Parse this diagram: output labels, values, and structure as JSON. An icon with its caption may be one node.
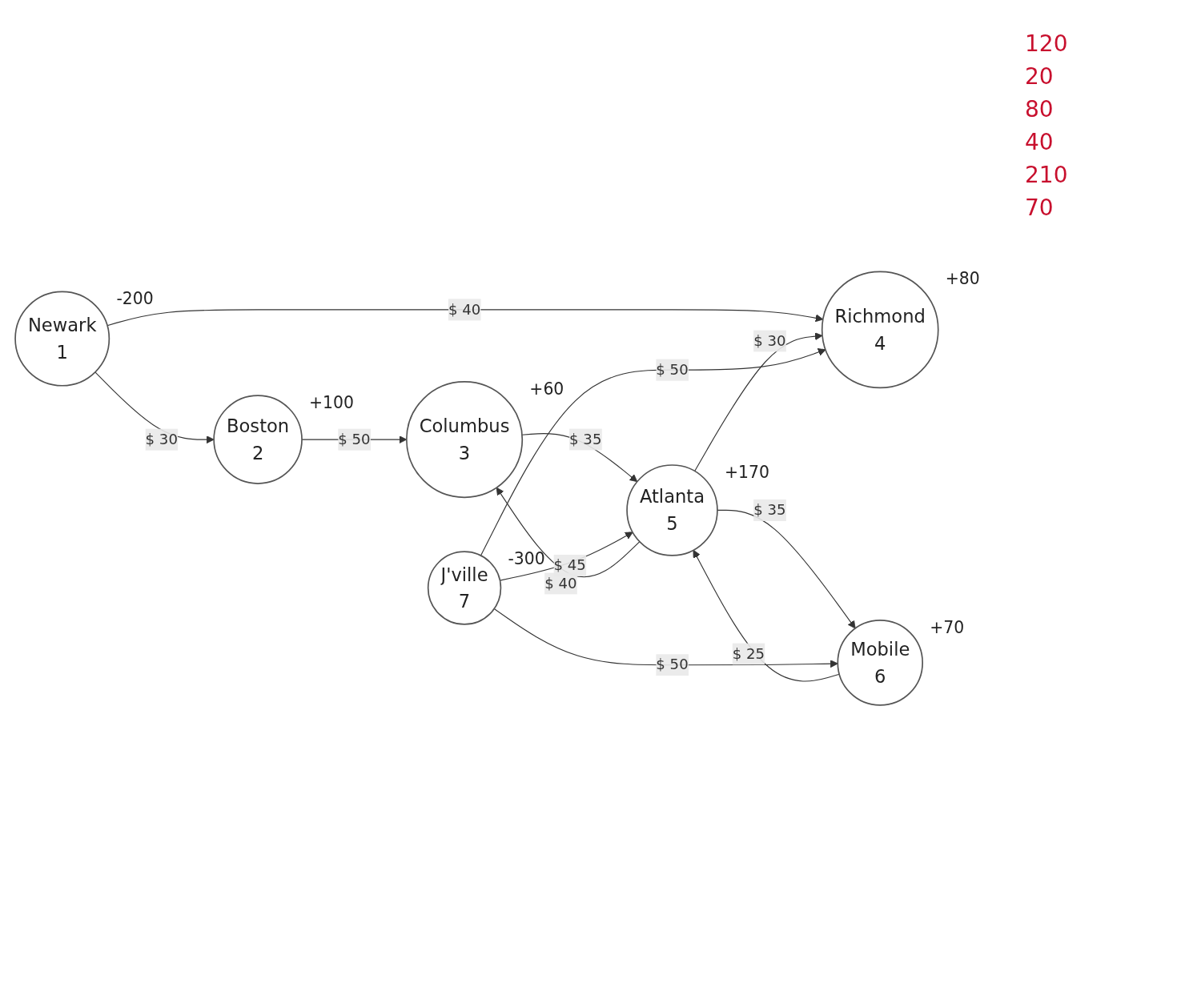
{
  "diagram": {
    "nodes": [
      {
        "text": [
          "Boston",
          "2"
        ],
        "beside": [
          "+100"
        ]
      },
      {
        "text": [
          "Newark",
          "1"
        ],
        "beside": [
          "-200"
        ]
      },
      {
        "text": [
          "Columbus",
          "3"
        ],
        "beside": [
          "+60"
        ]
      },
      {
        "text": [
          "Richmond",
          "4"
        ],
        "beside": [
          "+80"
        ]
      },
      {
        "text": [
          "Atlanta",
          "5"
        ],
        "beside": [
          "+170"
        ]
      },
      {
        "text": [
          "Mobile",
          "6"
        ],
        "beside": [
          "+70"
        ]
      },
      {
        "text": [
          "J'ville",
          "7"
        ],
        "beside": [
          "-300"
        ]
      }
    ],
    "edges": [
      {
        "from": 1,
        "to": 0,
        "arrow": "to",
        "label": "$ 30"
      },
      {
        "from": 0,
        "to": 2,
        "arrow": "to",
        "label": "$ 50"
      },
      {
        "from": 1,
        "to": 3,
        "arrow": "to",
        "label": "$ 40"
      },
      {
        "from": 4,
        "to": 2,
        "arrow": "to",
        "label": "$ 40"
      },
      {
        "from": 2,
        "to": 4,
        "arrow": "to",
        "label": "$ 35"
      },
      {
        "from": 4,
        "to": 3,
        "arrow": "to",
        "label": "$ 30"
      },
      {
        "from": 6,
        "to": 3,
        "arrow": "to",
        "label": "$ 50"
      },
      {
        "from": 6,
        "to": 4,
        "arrow": "to",
        "label": "$ 45"
      },
      {
        "from": 5,
        "to": 4,
        "arrow": "to",
        "label": "$ 25"
      },
      {
        "from": 4,
        "to": 5,
        "arrow": "to",
        "label": "$ 35"
      },
      {
        "from": 6,
        "to": 5,
        "arrow": "to",
        "label": "$ 50"
      }
    ],
    "labels": [
      "120",
      "20",
      "80",
      "40",
      "210",
      "70"
    ]
  }
}
